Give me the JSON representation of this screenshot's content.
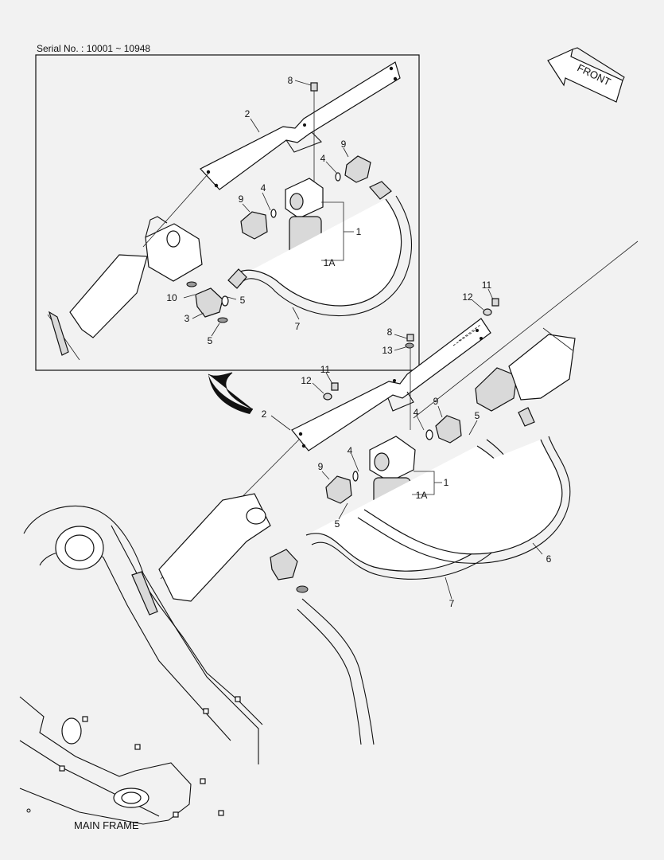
{
  "serial_note": "Serial No. : 10001 ~ 10948",
  "direction_label": "FRONT",
  "frame_label": "MAIN FRAME",
  "callouts": {
    "inset": {
      "c8": "8",
      "c2": "2",
      "c9a": "9",
      "c4a": "4",
      "c9b": "9",
      "c4b": "4",
      "c1": "1",
      "c1A": "1A",
      "c10": "10",
      "c5a": "5",
      "c3": "3",
      "c5b": "5",
      "c7": "7"
    },
    "main": {
      "c11a": "11",
      "c12a": "12",
      "c8": "8",
      "c13": "13",
      "c11b": "11",
      "c12b": "12",
      "c2": "2",
      "c4a": "4",
      "c9a": "9",
      "c5a": "5",
      "c4b": "4",
      "c1": "1",
      "c9b": "9",
      "c1A": "1A",
      "c5b": "5",
      "c6": "6",
      "c7": "7"
    }
  }
}
